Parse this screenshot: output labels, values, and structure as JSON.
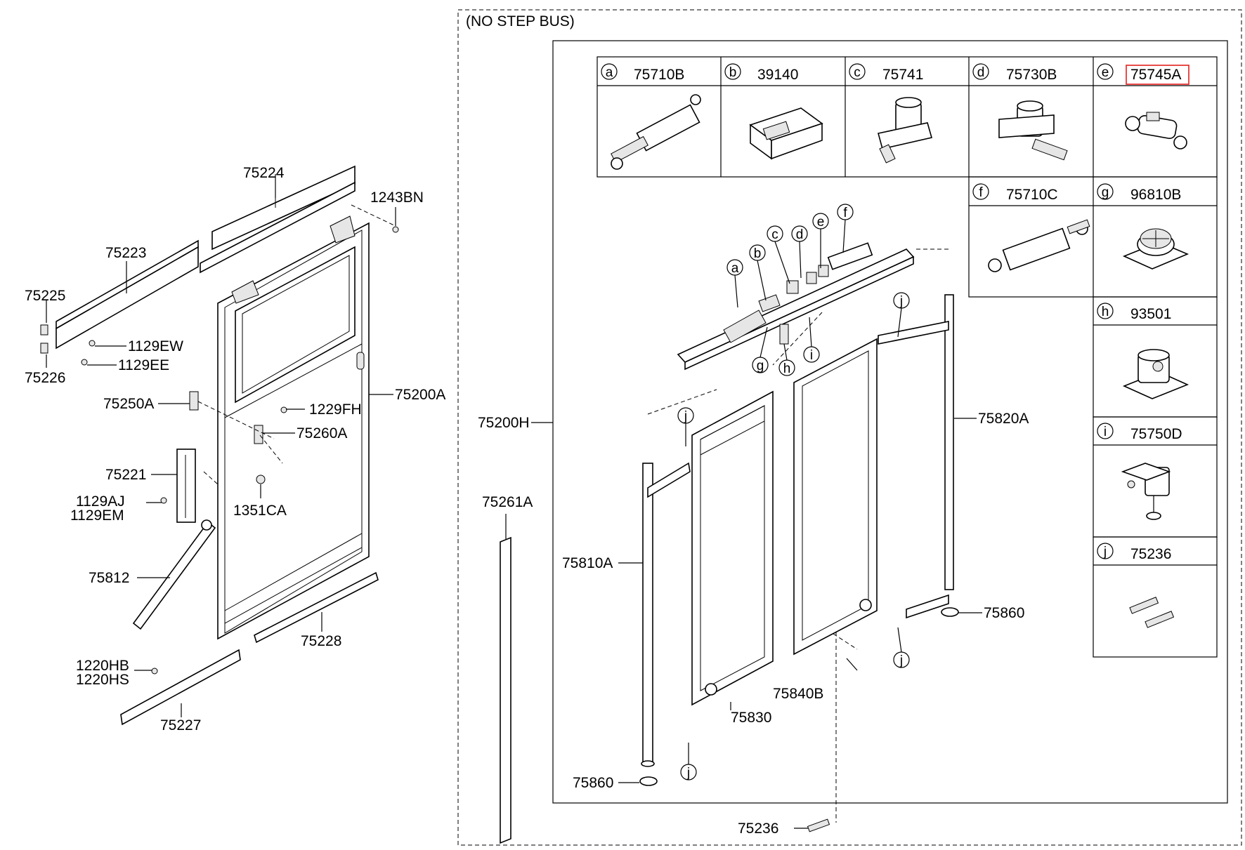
{
  "section_title": "(NO STEP BUS)",
  "left_labels": {
    "p75224": "75224",
    "p1243BN": "1243BN",
    "p75223": "75223",
    "p75225": "75225",
    "p75226": "75226",
    "p1129EW": "1129EW",
    "p1129EE": "1129EE",
    "p75200A": "75200A",
    "p75250A": "75250A",
    "p1229FH": "1229FH",
    "p75260A": "75260A",
    "p75221": "75221",
    "p1129AJ": "1129AJ",
    "p1129EM": "1129EM",
    "p1351CA": "1351CA",
    "p75812": "75812",
    "p75228": "75228",
    "p1220HB": "1220HB",
    "p1220HS": "1220HS",
    "p75227": "75227"
  },
  "right_labels": {
    "p75200H": "75200H",
    "p75261A": "75261A",
    "p75820A": "75820A",
    "p75810A": "75810A",
    "p75860_right": "75860",
    "p75840B": "75840B",
    "p75830": "75830",
    "p75860_left": "75860",
    "p75236_bottom": "75236"
  },
  "callouts": {
    "a": "a",
    "b": "b",
    "c": "c",
    "d": "d",
    "e": "e",
    "f": "f",
    "g": "g",
    "h": "h",
    "i": "i",
    "j": "j"
  },
  "parts_table": [
    {
      "letter": "a",
      "code": "75710B"
    },
    {
      "letter": "b",
      "code": "39140"
    },
    {
      "letter": "c",
      "code": "75741"
    },
    {
      "letter": "d",
      "code": "75730B"
    },
    {
      "letter": "e",
      "code": "75745A",
      "highlighted": true
    },
    {
      "letter": "f",
      "code": "75710C"
    },
    {
      "letter": "g",
      "code": "96810B"
    },
    {
      "letter": "h",
      "code": "93501"
    },
    {
      "letter": "i",
      "code": "75750D"
    },
    {
      "letter": "j",
      "code": "75236"
    }
  ],
  "highlight_color": "#e53935"
}
